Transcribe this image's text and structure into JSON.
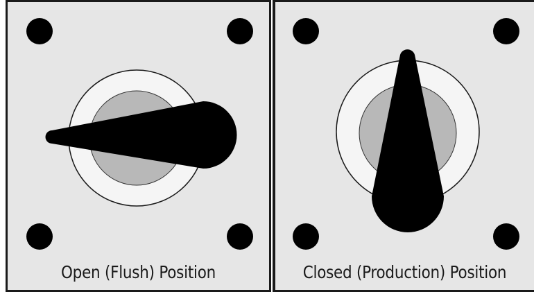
{
  "panels": [
    {
      "caption": "Open (Flush) Position",
      "handle_orientation": "horizontal"
    },
    {
      "caption": "Closed (Production) Position",
      "handle_orientation": "vertical"
    }
  ],
  "colors": {
    "background": "#e6e6e6",
    "handle": "#000000",
    "outer_ring": "#f5f5f5",
    "inner_disk": "#b8b8b8",
    "border": "#1a1a1a"
  }
}
